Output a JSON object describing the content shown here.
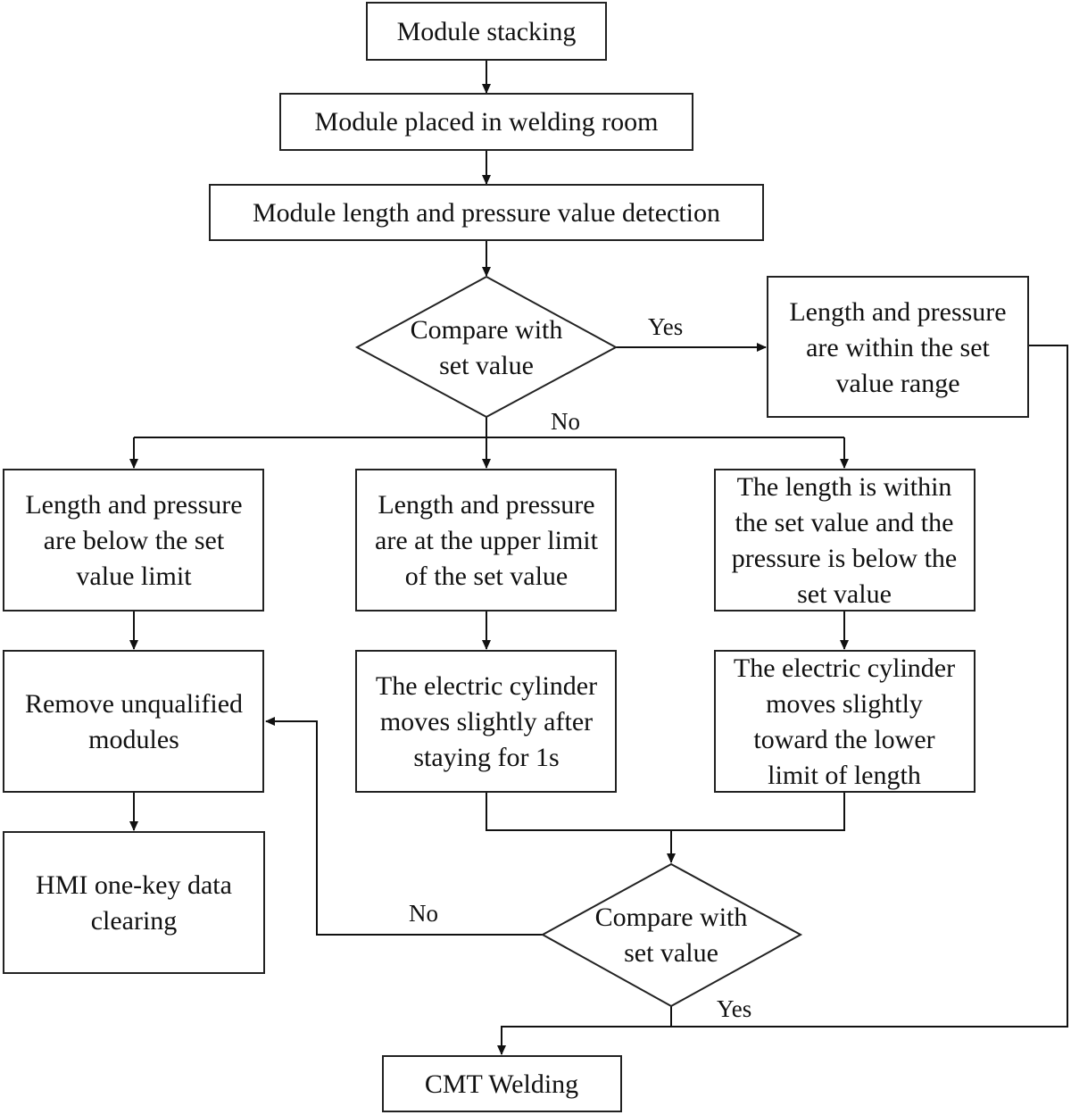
{
  "nodes": {
    "stack": {
      "lines": [
        "Module stacking"
      ]
    },
    "placed": {
      "lines": [
        "Module placed in welding room"
      ]
    },
    "detect": {
      "lines": [
        "Module length and pressure value detection"
      ]
    },
    "compare1": {
      "lines": [
        "Compare with",
        "set value"
      ]
    },
    "within": {
      "lines": [
        "Length and pressure",
        "are within the set",
        "value range"
      ]
    },
    "below": {
      "lines": [
        "Length and pressure",
        "are below the set",
        "value limit"
      ]
    },
    "upper": {
      "lines": [
        "Length and pressure",
        "are at the upper limit",
        "of the set value"
      ]
    },
    "lenwithin": {
      "lines": [
        "The length is within",
        "the set value and the",
        "pressure is below the",
        "set value"
      ]
    },
    "remove": {
      "lines": [
        "Remove unqualified",
        "modules"
      ]
    },
    "cyl1": {
      "lines": [
        "The electric cylinder",
        "moves slightly after",
        "staying for 1s"
      ]
    },
    "cyl2": {
      "lines": [
        "The electric cylinder",
        "moves slightly",
        "toward the lower",
        "limit of length"
      ]
    },
    "hmi": {
      "lines": [
        "HMI one-key data",
        "clearing"
      ]
    },
    "compare2": {
      "lines": [
        "Compare with",
        "set value"
      ]
    },
    "cmt": {
      "lines": [
        "CMT Welding"
      ]
    }
  },
  "labels": {
    "yes1": "Yes",
    "no1": "No",
    "no2": "No",
    "yes2": "Yes"
  },
  "colors": {
    "stroke": "#222222",
    "background": "#ffffff"
  }
}
